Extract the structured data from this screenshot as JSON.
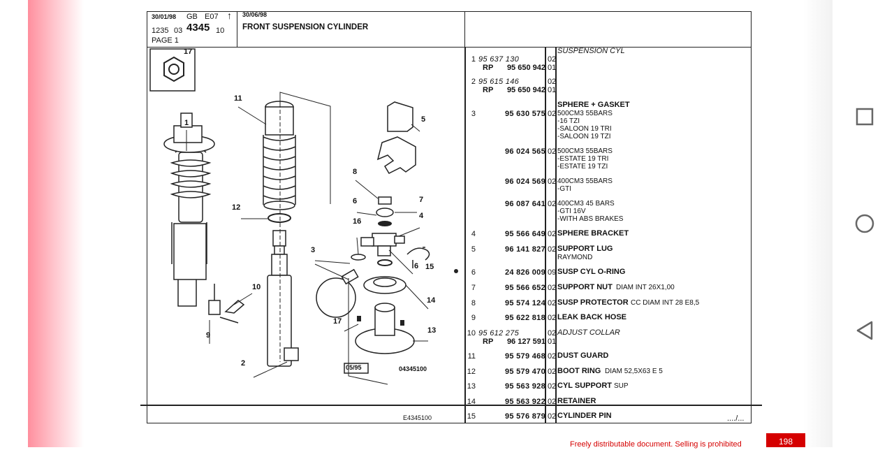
{
  "header": {
    "date1": "30/01/98",
    "lang": "GB",
    "code": "E07",
    "arrow": "↑",
    "ref_a": "1235",
    "ref_b": "03",
    "ref_c": "4345",
    "ref_d": "10",
    "page": "PAGE 1",
    "date2": "30/06/98",
    "title": "FRONT SUSPENSION CYLINDER"
  },
  "diagram": {
    "labels": [
      "17",
      "11",
      "1",
      "5",
      "8",
      "7",
      "6",
      "4",
      "16",
      "12",
      "3",
      "6",
      "15",
      "10",
      "14",
      "9",
      "17",
      "13",
      "2"
    ],
    "stamp": "05/95",
    "drawing_no": "04345100",
    "bottom_ref": "E4345100"
  },
  "parts": [
    {
      "ref": "1",
      "part": "95 637 130",
      "italic": true,
      "qty": "02",
      "desc": "SUSPENSION CYL",
      "desc_italic": true,
      "rp": "95 650 942",
      "rp_qty": "01"
    },
    {
      "ref": "2",
      "part": "95 615 146",
      "italic": true,
      "qty": "02",
      "desc": "",
      "rp": "95 650 942",
      "rp_qty": "01"
    },
    {
      "ref": "3",
      "part": "95 630 575",
      "qty": "02",
      "desc_head": "SPHERE + GASKET",
      "desc": "500CM3 55BARS",
      "lines": [
        "-16 TZI",
        "-SALOON 19 TRI",
        "-SALOON 19 TZI"
      ]
    },
    {
      "ref": "",
      "part": "96 024 565",
      "qty": "02",
      "desc": "500CM3 55BARS",
      "lines": [
        "-ESTATE 19 TRI",
        "-ESTATE 19 TZI"
      ]
    },
    {
      "ref": "",
      "part": "96 024 569",
      "qty": "02",
      "desc": "400CM3 55BARS",
      "lines": [
        "-GTI"
      ]
    },
    {
      "ref": "",
      "part": "96 087 641",
      "qty": "02",
      "desc": "400CM3 45 BARS",
      "lines": [
        "-GTI 16V",
        "-WITH ABS BRAKES"
      ]
    },
    {
      "ref": "4",
      "part": "95 566 649",
      "qty": "02",
      "desc": "SPHERE BRACKET"
    },
    {
      "ref": "5",
      "part": "96 141 827",
      "qty": "02",
      "desc": "SUPPORT LUG",
      "lines": [
        "RAYMOND"
      ]
    },
    {
      "ref": "6",
      "part": "24 826 009",
      "qty": "09",
      "desc": "SUSP CYL O-RING"
    },
    {
      "ref": "7",
      "part": "95 566 652",
      "qty": "02",
      "desc": "SUPPORT NUT",
      "extra": "DIAM INT 26X1,00"
    },
    {
      "ref": "8",
      "part": "95 574 124",
      "qty": "02",
      "desc": "SUSP PROTECTOR",
      "extra": "CC DIAM INT 28 E8,5"
    },
    {
      "ref": "9",
      "part": "95 622 818",
      "qty": "02",
      "desc": "LEAK BACK HOSE"
    },
    {
      "ref": "10",
      "part": "95 612 275",
      "italic": true,
      "qty": "02",
      "desc": "ADJUST COLLAR",
      "desc_italic": true,
      "rp": "96 127 591",
      "rp_qty": "01"
    },
    {
      "ref": "11",
      "part": "95 579 468",
      "qty": "02",
      "desc": "DUST GUARD"
    },
    {
      "ref": "12",
      "part": "95 579 470",
      "qty": "02",
      "desc": "BOOT RING",
      "extra": "DIAM 52,5X63 E 5"
    },
    {
      "ref": "13",
      "part": "95 563 928",
      "qty": "02",
      "desc": "CYL SUPPORT",
      "extra": "SUP"
    },
    {
      "ref": "14",
      "part": "95 563 922",
      "qty": "02",
      "desc": "RETAINER"
    },
    {
      "ref": "15",
      "part": "95 576 879",
      "qty": "02",
      "desc": "CYLINDER PIN"
    }
  ],
  "rp_label": "RP",
  "continued": "..../...",
  "page_number": "198",
  "notice": "Freely distributable document. Selling is prohibited",
  "nav": {
    "square": "recent-apps",
    "circle": "home",
    "triangle": "back"
  }
}
